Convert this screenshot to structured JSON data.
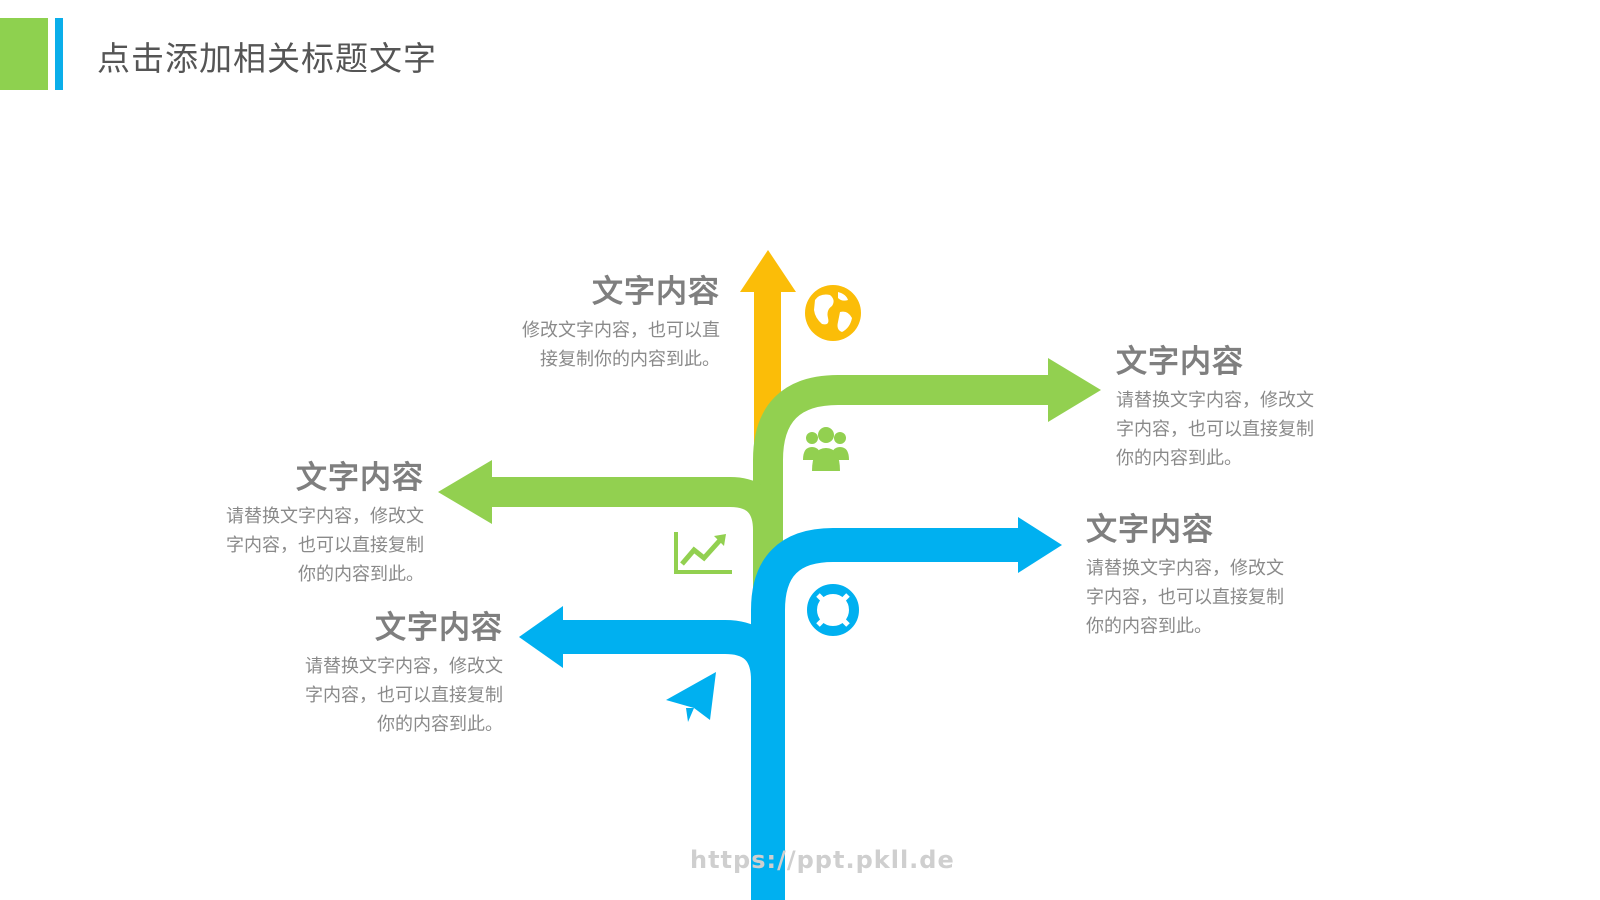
{
  "header": {
    "title": "点击添加相关标题文字",
    "accent_green": "#8ed14f",
    "accent_blue": "#0aaeea"
  },
  "colors": {
    "yellow": "#fbbd08",
    "green": "#92d050",
    "blue": "#00b0f0",
    "text_title": "#7f7f7f",
    "text_body": "#8a8a8a"
  },
  "blocks": [
    {
      "id": "top",
      "title": "文字内容",
      "desc": [
        "修改文字内容，也可以直",
        "接复制你的内容到此。"
      ]
    },
    {
      "id": "right-top",
      "title": "文字内容",
      "desc": [
        "请替换文字内容，修改文",
        "字内容，也可以直接复制",
        "你的内容到此。"
      ]
    },
    {
      "id": "left-mid",
      "title": "文字内容",
      "desc": [
        "请替换文字内容，修改文",
        "字内容，也可以直接复制",
        "你的内容到此。"
      ]
    },
    {
      "id": "right-mid",
      "title": "文字内容",
      "desc": [
        "请替换文字内容，修改文",
        "字内容，也可以直接复制",
        "你的内容到此。"
      ]
    },
    {
      "id": "left-bot",
      "title": "文字内容",
      "desc": [
        "请替换文字内容，修改文",
        "字内容，也可以直接复制",
        "你的内容到此。"
      ]
    }
  ],
  "icons": [
    "globe-icon",
    "users-icon",
    "trend-chart-icon",
    "lifebuoy-icon",
    "paper-plane-icon"
  ],
  "watermark": "https://ppt.pkll.de"
}
